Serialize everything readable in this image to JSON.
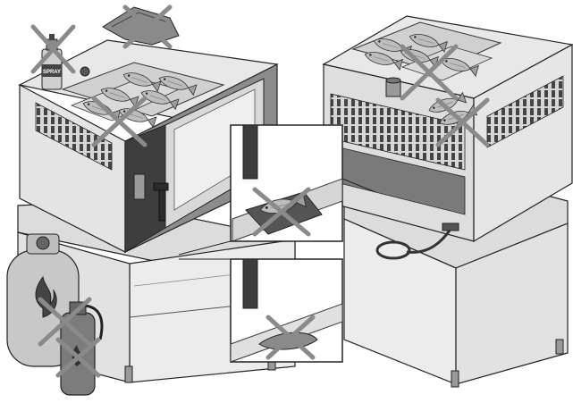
{
  "illustration": {
    "spray_can_brand": "SPRAY",
    "colors": {
      "outline": "#222222",
      "light_fill": "#e6e6e6",
      "mid_fill": "#c8c8c8",
      "dark_fill": "#555555",
      "cross_mark": "#8a8a8a",
      "background": "#ffffff"
    },
    "prohibited_items": [
      "spray-can",
      "cloth-on-oven-top",
      "trays-with-fish-on-oven-top",
      "food-under-oven",
      "food-on-floor-under-stand",
      "trays-on-oven-rear",
      "food-near-rear-vents",
      "gas-cylinder",
      "fire-extinguisher"
    ]
  }
}
